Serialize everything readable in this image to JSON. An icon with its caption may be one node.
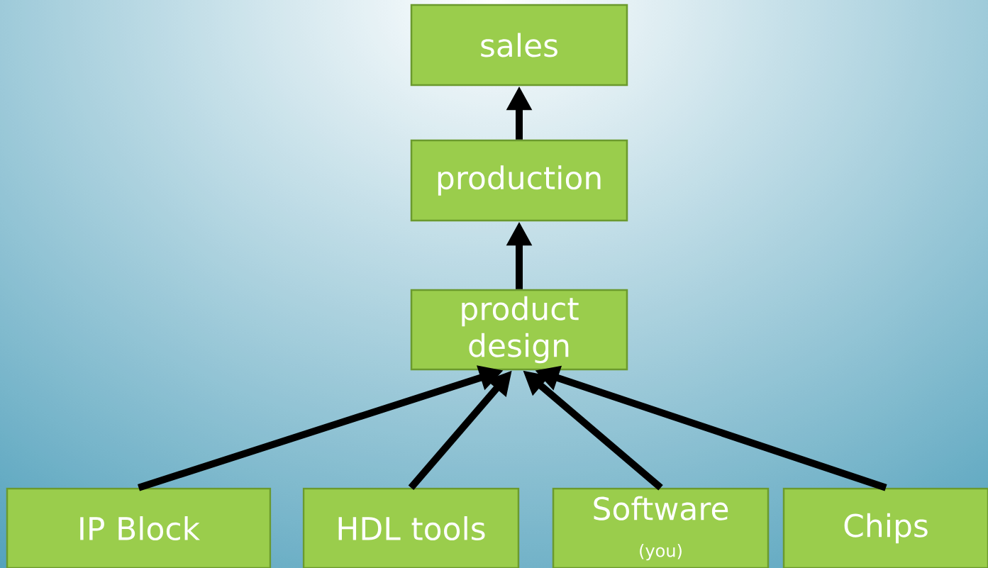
{
  "diagram": {
    "nodes": [
      {
        "text": [
          "sales"
        ]
      },
      {
        "text": [
          "production"
        ]
      },
      {
        "text": [
          "product design"
        ]
      },
      {
        "text": [
          "IP Block"
        ]
      },
      {
        "text": [
          "HDL tools"
        ]
      },
      {
        "text": [
          "Software",
          "(you)"
        ]
      },
      {
        "text": [
          "Chips"
        ]
      }
    ],
    "edges": [
      {
        "from": 1,
        "to": 0,
        "arrow": "to"
      },
      {
        "from": 2,
        "to": 1,
        "arrow": "to"
      },
      {
        "from": 3,
        "to": 2,
        "arrow": "to"
      },
      {
        "from": 4,
        "to": 2,
        "arrow": "to"
      },
      {
        "from": 5,
        "to": 2,
        "arrow": "to"
      },
      {
        "from": 6,
        "to": 2,
        "arrow": "to"
      }
    ]
  }
}
